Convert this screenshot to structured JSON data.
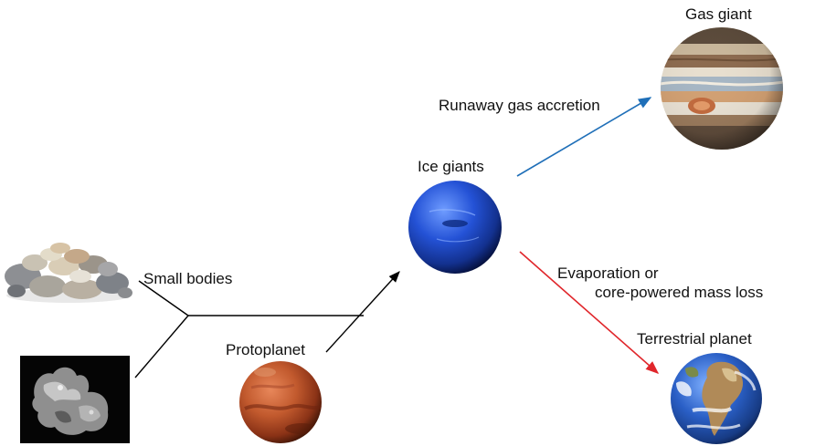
{
  "labels": {
    "small_bodies": "Small bodies",
    "protoplanet": "Protoplanet",
    "ice_giants": "Ice giants",
    "gas_giant": "Gas giant",
    "terrestrial_planet": "Terrestrial planet",
    "runaway_gas_accretion": "Runaway gas accretion",
    "evaporation_line1": "Evaporation or",
    "evaporation_line2": "core-powered mass loss"
  },
  "colors": {
    "blue_arrow": "#1f6fb8",
    "red_arrow": "#e0262b",
    "black_arrow": "#000000"
  },
  "images": {
    "pebbles": "pebbles-image",
    "comet": "comet-image",
    "mars": "mars-planet",
    "neptune": "neptune-planet",
    "jupiter": "jupiter-planet",
    "earth": "earth-planet"
  }
}
